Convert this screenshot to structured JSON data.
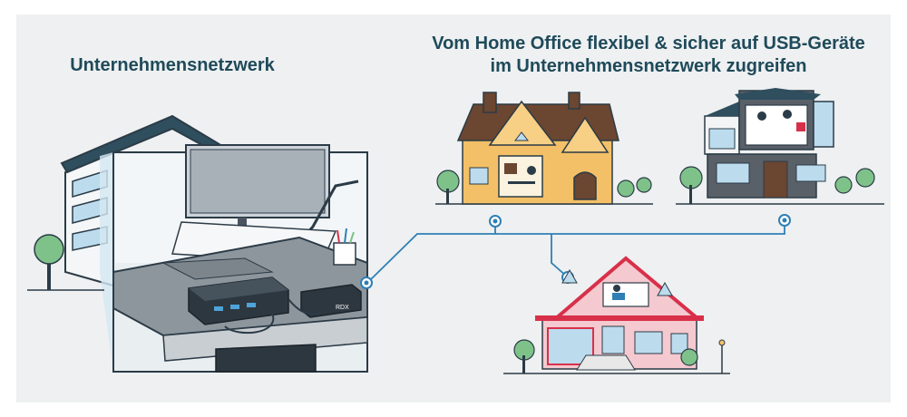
{
  "titles": {
    "corporate_network": "Unternehmensnetzwerk",
    "home_office_line1": "Vom Home Office flexibel & sicher auf USB-Geräte",
    "home_office_line2": "im Unternehmensnetzwerk zugreifen"
  },
  "device": {
    "rdx_label": "RDX"
  },
  "colors": {
    "panel": "#eef0f1",
    "title": "#1f4a5a",
    "network_line": "#2f7fb4",
    "outline": "#2b3b47",
    "roof_dark": "#2f4e5e",
    "house_yellow": "#f4c067",
    "house_brown": "#6b4630",
    "house_grey": "#5a6068",
    "house_pink": "#f4c9cf",
    "house_red": "#d8304a",
    "tree_green": "#7ec28a"
  }
}
